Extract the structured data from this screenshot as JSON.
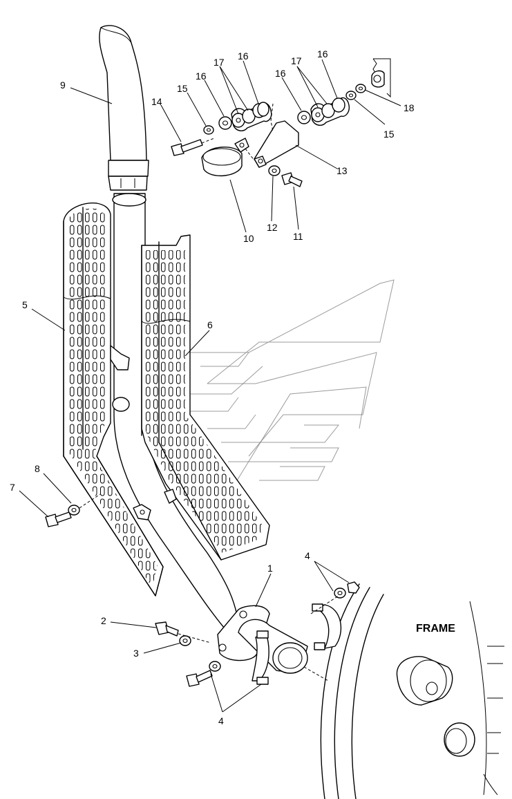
{
  "diagram": {
    "callouts": {
      "c1": "1",
      "c2": "2",
      "c3": "3",
      "c4a": "4",
      "c4b": "4",
      "c5": "5",
      "c6": "6",
      "c7": "7",
      "c8": "8",
      "c9": "9",
      "c10": "10",
      "c11": "11",
      "c12": "12",
      "c13": "13",
      "c14": "14",
      "c15a": "15",
      "c15b": "15",
      "c16a": "16",
      "c16b": "16",
      "c16c": "16",
      "c16d": "16",
      "c17a": "17",
      "c17b": "17",
      "c18": "18"
    },
    "frame_label": "FRAME"
  }
}
